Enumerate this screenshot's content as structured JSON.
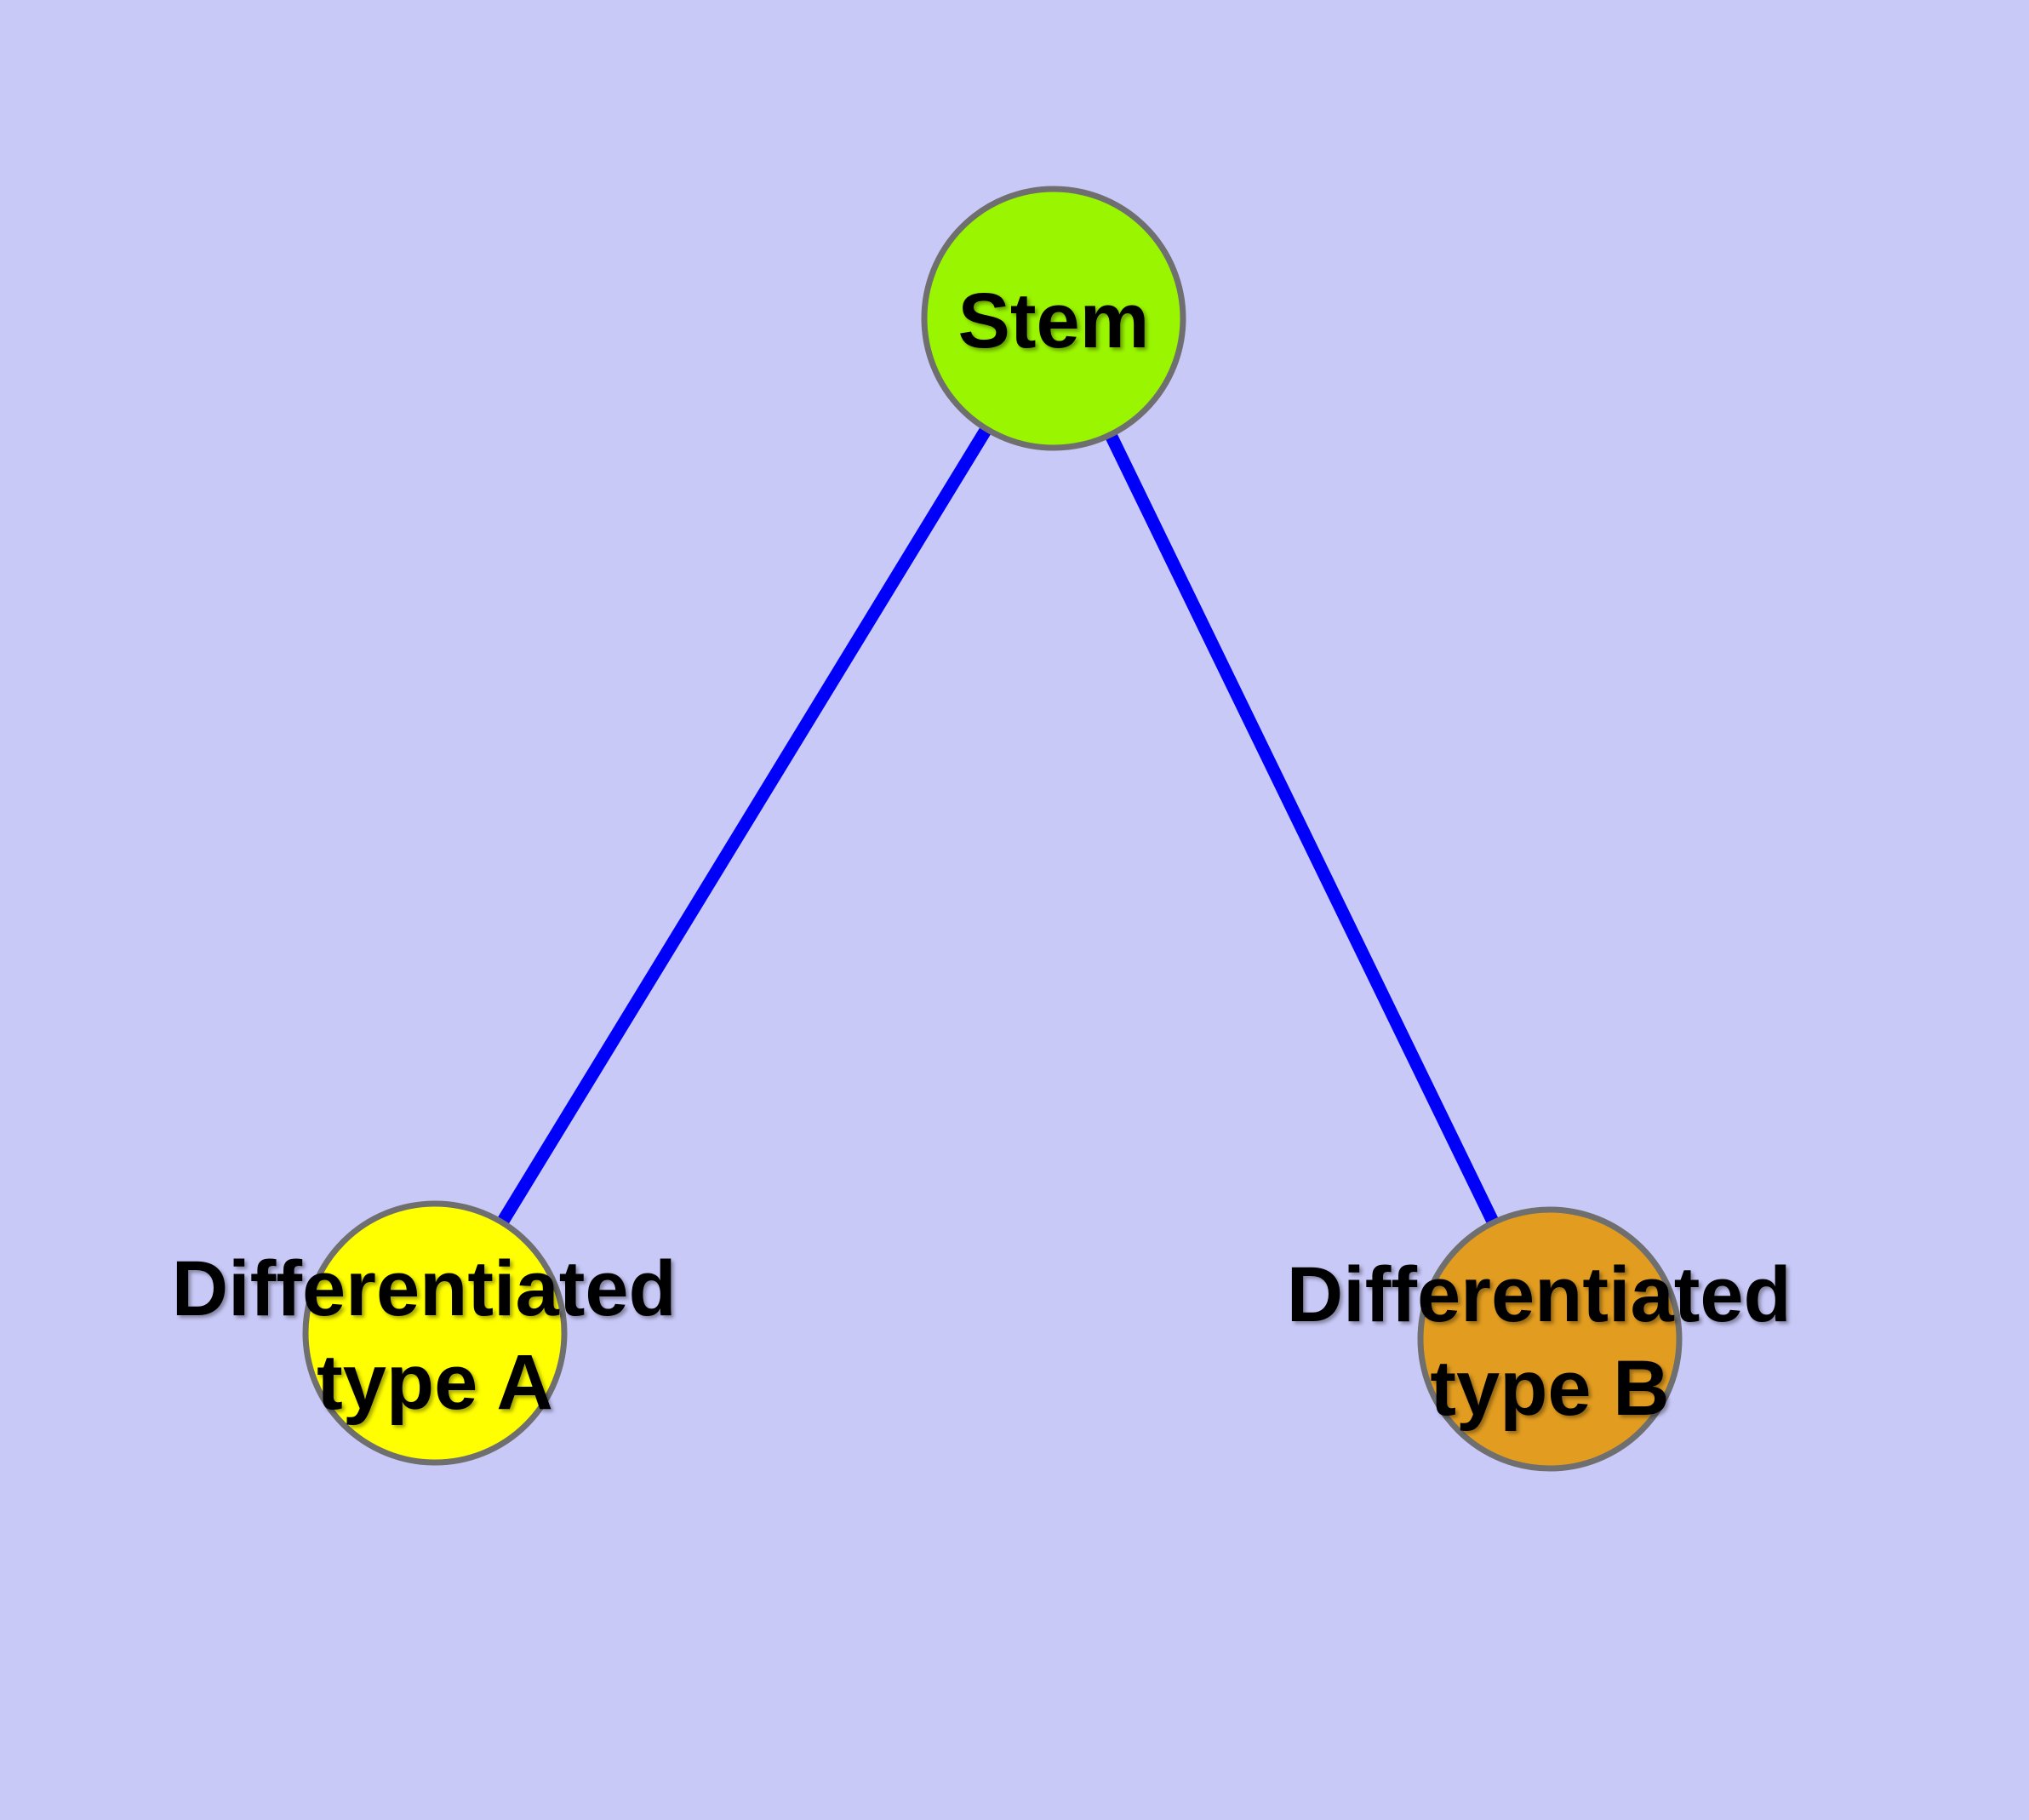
{
  "canvas": {
    "background": "#C9C9F8"
  },
  "edges": {
    "color": "#0000FA",
    "items": [
      {
        "from": "stem",
        "to": "type_a"
      },
      {
        "from": "stem",
        "to": "type_b"
      }
    ]
  },
  "nodes": {
    "border_color": "#6F6F6F",
    "text_color": "#000000",
    "stem": {
      "label": "Stem",
      "fill": "#9AF500"
    },
    "type_a": {
      "label_line1": "Differentiated",
      "label_line2": "type A",
      "fill": "#FFFF00"
    },
    "type_b": {
      "label_line1": "Differentiated",
      "label_line2": "type B",
      "fill": "#E29D20"
    }
  }
}
